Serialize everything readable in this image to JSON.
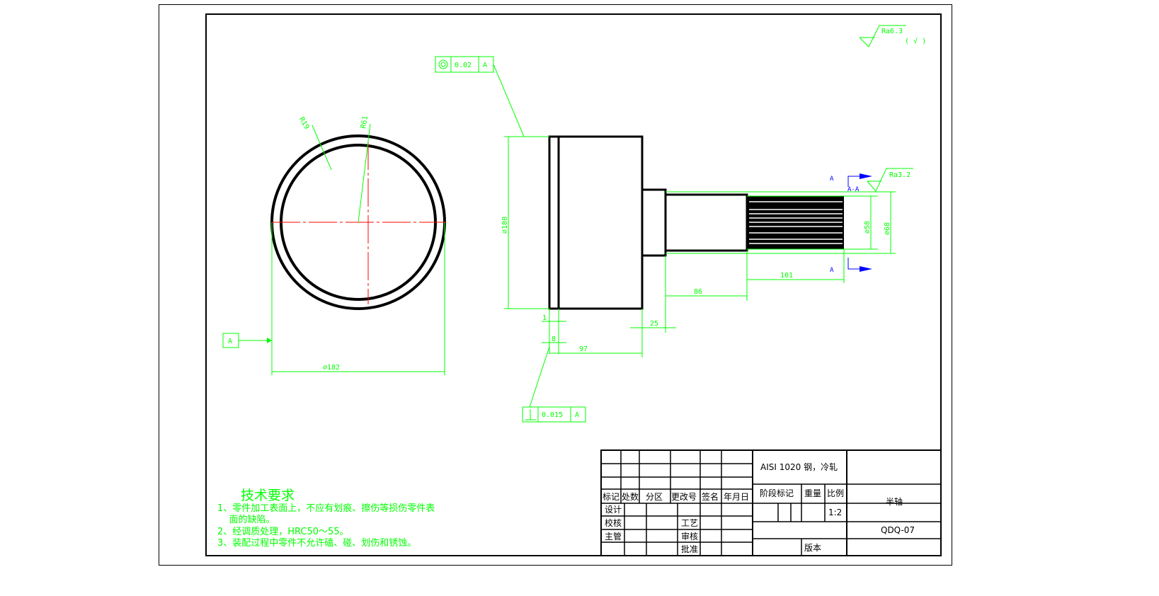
{
  "drawing": {
    "roughness_general": "Ra6.3",
    "roughness_general_suffix": "( √ )",
    "roughness_spline": "Ra3.2",
    "concentricity_value": "0.02",
    "perpendicularity_value": "0.015",
    "datum": "A",
    "section_label": "A-A",
    "section_mark": "A",
    "dims": {
      "r_outer": "R19",
      "r_inner": "R61",
      "dia_182": "⌀182",
      "dia_180": "⌀180",
      "dia_58": "⌀58",
      "dia_68": "⌀68",
      "len_1": "1",
      "len_8": "8",
      "len_97": "97",
      "len_25": "25",
      "len_86": "86",
      "len_101": "101"
    }
  },
  "notes": {
    "title": "技术要求",
    "lines": [
      "1、零件加工表面上，不应有划痕、擦伤等损伤零件表",
      "    面的缺陷。",
      "2、经调质处理，HRC50～55。",
      "3、装配过程中零件不允许磕、碰、划伤和锈蚀。"
    ]
  },
  "title_block": {
    "headers": [
      "标记",
      "处数",
      "分区",
      "更改号",
      "签名",
      "年月日"
    ],
    "roles": [
      "设计",
      "校核",
      "主管"
    ],
    "roles_right": [
      "工艺",
      "审核",
      "批准"
    ],
    "material": "AISI 1020 钢，冷轧",
    "stage_mark": "阶段标记",
    "weight": "重量",
    "scale_label": "比例",
    "scale": "1:2",
    "part_name": "半轴",
    "drawing_no": "QDQ-07",
    "version": "版本"
  }
}
